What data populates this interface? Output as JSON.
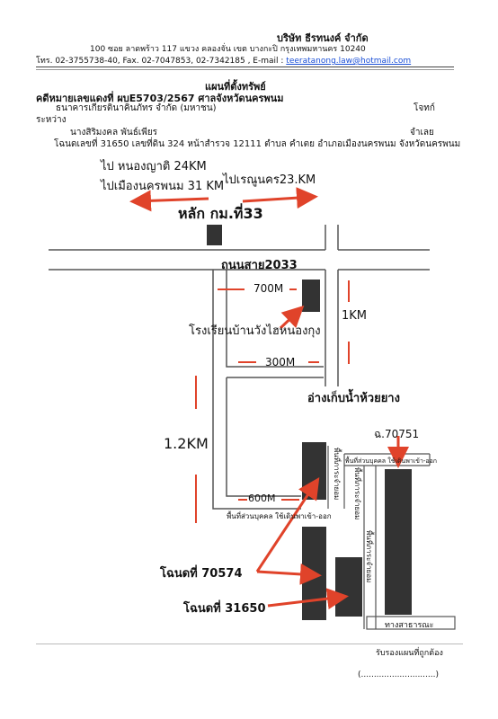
{
  "header": {
    "company": "บริษัท ธีรทนงค์ จำกัด",
    "address": "100 ซอย ลาดพร้าว 117 แขวง คลองจั่น เขต บางกะปิ กรุงเทพมหานคร 10240",
    "contact_prefix": "โทร. 02-3755738-40, Fax. 02-7047853, 02-7342185 , E-mail :",
    "email": "teeratanong.law@hotmail.com"
  },
  "document": {
    "title": "แผนที่ตั้งทรัพย์",
    "case_number": "คดีหมายเลขแดงที่ ผบE5703/2567 ศาลจังหวัดนครพนม",
    "plaintiff": "ธนาคารเกียรตินาคินภัทร จำกัด (มหาชน)",
    "plaintiff_role": "โจทก์",
    "between": "ระหว่าง",
    "defendant": "นางสิริมงคล พันธ์เพียร",
    "defendant_role": "จำเลย",
    "deed_desc": "โฉนดเลขที่ 31650 เลขที่ดิน 324 หน้าสำรวจ 12111 ตำบล คำเตย อำเภอเมืองนครพนม จังหวัดนครพนม"
  },
  "map": {
    "to_nong_yat": "ไป หนองญาติ 24KM",
    "to_nakhon_phanom": "ไปเมืองนครพนม 31 KM",
    "to_renu_nakhon": "ไปเรณูนคร23.KM",
    "km_marker": "หลัก กม.ที่33",
    "road_name": "ถนนสาย2033",
    "dist_700m": "700M",
    "dist_300m": "300M",
    "dist_1km": "1KM",
    "dist_1_2km": "1.2KM",
    "dist_600m": "600M",
    "school": "โรงเรียนบ้านวังไฮหนองกุง",
    "reservoir": "อ่างเก็บน้ำห้วยยาง",
    "deed_70751": "ฉ.70751",
    "deed_70574": "โฉนดที่ 70574",
    "deed_31650": "โฉนดที่ 31650",
    "private_path": "พื้นที่ส่วนบุคคล ใช้เดินพาเข้า-ออก",
    "servitude": "พื้นที่ภาระจำยอม",
    "public_way": "ทางสาธารณะ"
  },
  "footer": {
    "certify": "รับรองแผนที่ถูกต้อง",
    "signature": "(.............................)"
  },
  "colors": {
    "arrow": "#e0432a",
    "building": "#333333",
    "road": "#555555"
  }
}
